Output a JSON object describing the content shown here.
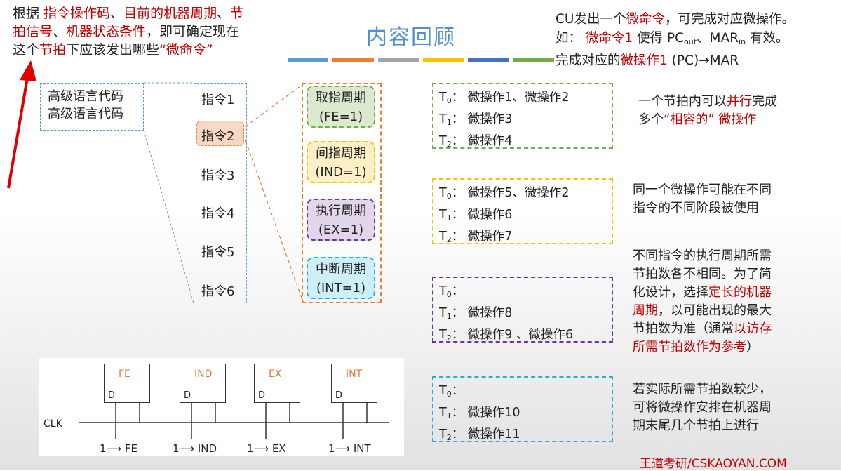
{
  "top_left": {
    "t1": "根据 ",
    "t2": "指令操作码",
    "t3": "、",
    "t4": "目前的机器周期",
    "t5": "、",
    "t6": "节",
    "t7": "拍信号",
    "t8": "、",
    "t9": "机器状态条件",
    "t10": "，即可确定现在",
    "t11": "这个",
    "t12": "节拍",
    "t13": "下应该发出哪些",
    "t14": "“微命令”"
  },
  "title": "内容回顾",
  "bar_colors": [
    "#5b9bd5",
    "#ed7d31",
    "#a5a5a5",
    "#ffc000",
    "#4472c4",
    "#70ad47"
  ],
  "top_right": {
    "l1a": "CU发出一个",
    "l1b": "微命令",
    "l1c": "，可完成对应微操作。",
    "l2a": "如：  ",
    "l2b": "微命令1",
    "l2c": " 使得 PC",
    "l2sub1": "out",
    "l2d": "、MAR",
    "l2sub2": "in",
    "l2e": " 有效。",
    "l3a": "完成对应的",
    "l3b": "微操作1",
    "l3c": " (PC)→MAR"
  },
  "hlcode": [
    "高级语言代码",
    "高级语言代码"
  ],
  "instructions": [
    "指令1",
    "指令2",
    "指令3",
    "指令4",
    "指令5",
    "指令6"
  ],
  "stages": [
    {
      "name": "取指周期",
      "flag": "(FE=1)",
      "color": "#70ad47",
      "bg": "#dde9cf"
    },
    {
      "name": "间指周期",
      "flag": "(IND=1)",
      "color": "#ffc000",
      "bg": "#fdf0c4"
    },
    {
      "name": "执行周期",
      "flag": "(EX=1)",
      "color": "#7030a0",
      "bg": "#e2d6ea"
    },
    {
      "name": "中断周期",
      "flag": "(INT=1)",
      "color": "#1fb2d6",
      "bg": "#cdeff8"
    }
  ],
  "tboxes": [
    {
      "color": "#70ad47",
      "rows": [
        [
          "T",
          "0",
          "：  微操作1、微操作2"
        ],
        [
          "T",
          "1",
          "：  微操作3"
        ],
        [
          "T",
          "2",
          "：  微操作4"
        ]
      ]
    },
    {
      "color": "#ffc000",
      "rows": [
        [
          "T",
          "0",
          "：  微操作5、微操作2"
        ],
        [
          "T",
          "1",
          "：  微操作6"
        ],
        [
          "T",
          "2",
          "：  微操作7"
        ]
      ]
    },
    {
      "color": "#7030a0",
      "rows": [
        [
          "T",
          "0",
          "："
        ],
        [
          "T",
          "1",
          "：  微操作8"
        ],
        [
          "T",
          "2",
          "：  微操作9 、微操作6"
        ]
      ]
    },
    {
      "color": "#1fb2d6",
      "rows": [
        [
          "T",
          "0",
          "："
        ],
        [
          "T",
          "1",
          "：  微操作10"
        ],
        [
          "T",
          "2",
          "：  微操作11"
        ]
      ]
    }
  ],
  "notes": {
    "n1a": "一个节拍内可以",
    "n1b": "并行",
    "n1c": "完成",
    "n1d": "多个",
    "n1e": "“相容的” 微操作",
    "n2a": "同一个微操作可能在不同",
    "n2b": "指令的不同阶段被使用",
    "n3a": "不同指令的执行周期所需",
    "n3b": "节拍数各不相同。为了简",
    "n3c": "化设计，选择",
    "n3d": "定长的机器",
    "n3e": "周期",
    "n3f": "，以可能出现的最大",
    "n3g": "节拍数为准（通常",
    "n3h": "以访存",
    "n3i": "所需节拍数作为参考",
    "n3j": "）",
    "n4a": "若实际所需节拍数较少，",
    "n4b": "可将微操作安排在机器周",
    "n4c": "期末尾几个节拍上进行"
  },
  "circuit": {
    "clk": "CLK",
    "ffs": [
      "FE",
      "IND",
      "EX",
      "INT"
    ],
    "d": "D",
    "inputs": [
      "1⟶ FE",
      "1⟶ IND",
      "1⟶ EX",
      "1⟶ INT"
    ]
  },
  "footer": "王道考研/CSKAOYAN.COM"
}
